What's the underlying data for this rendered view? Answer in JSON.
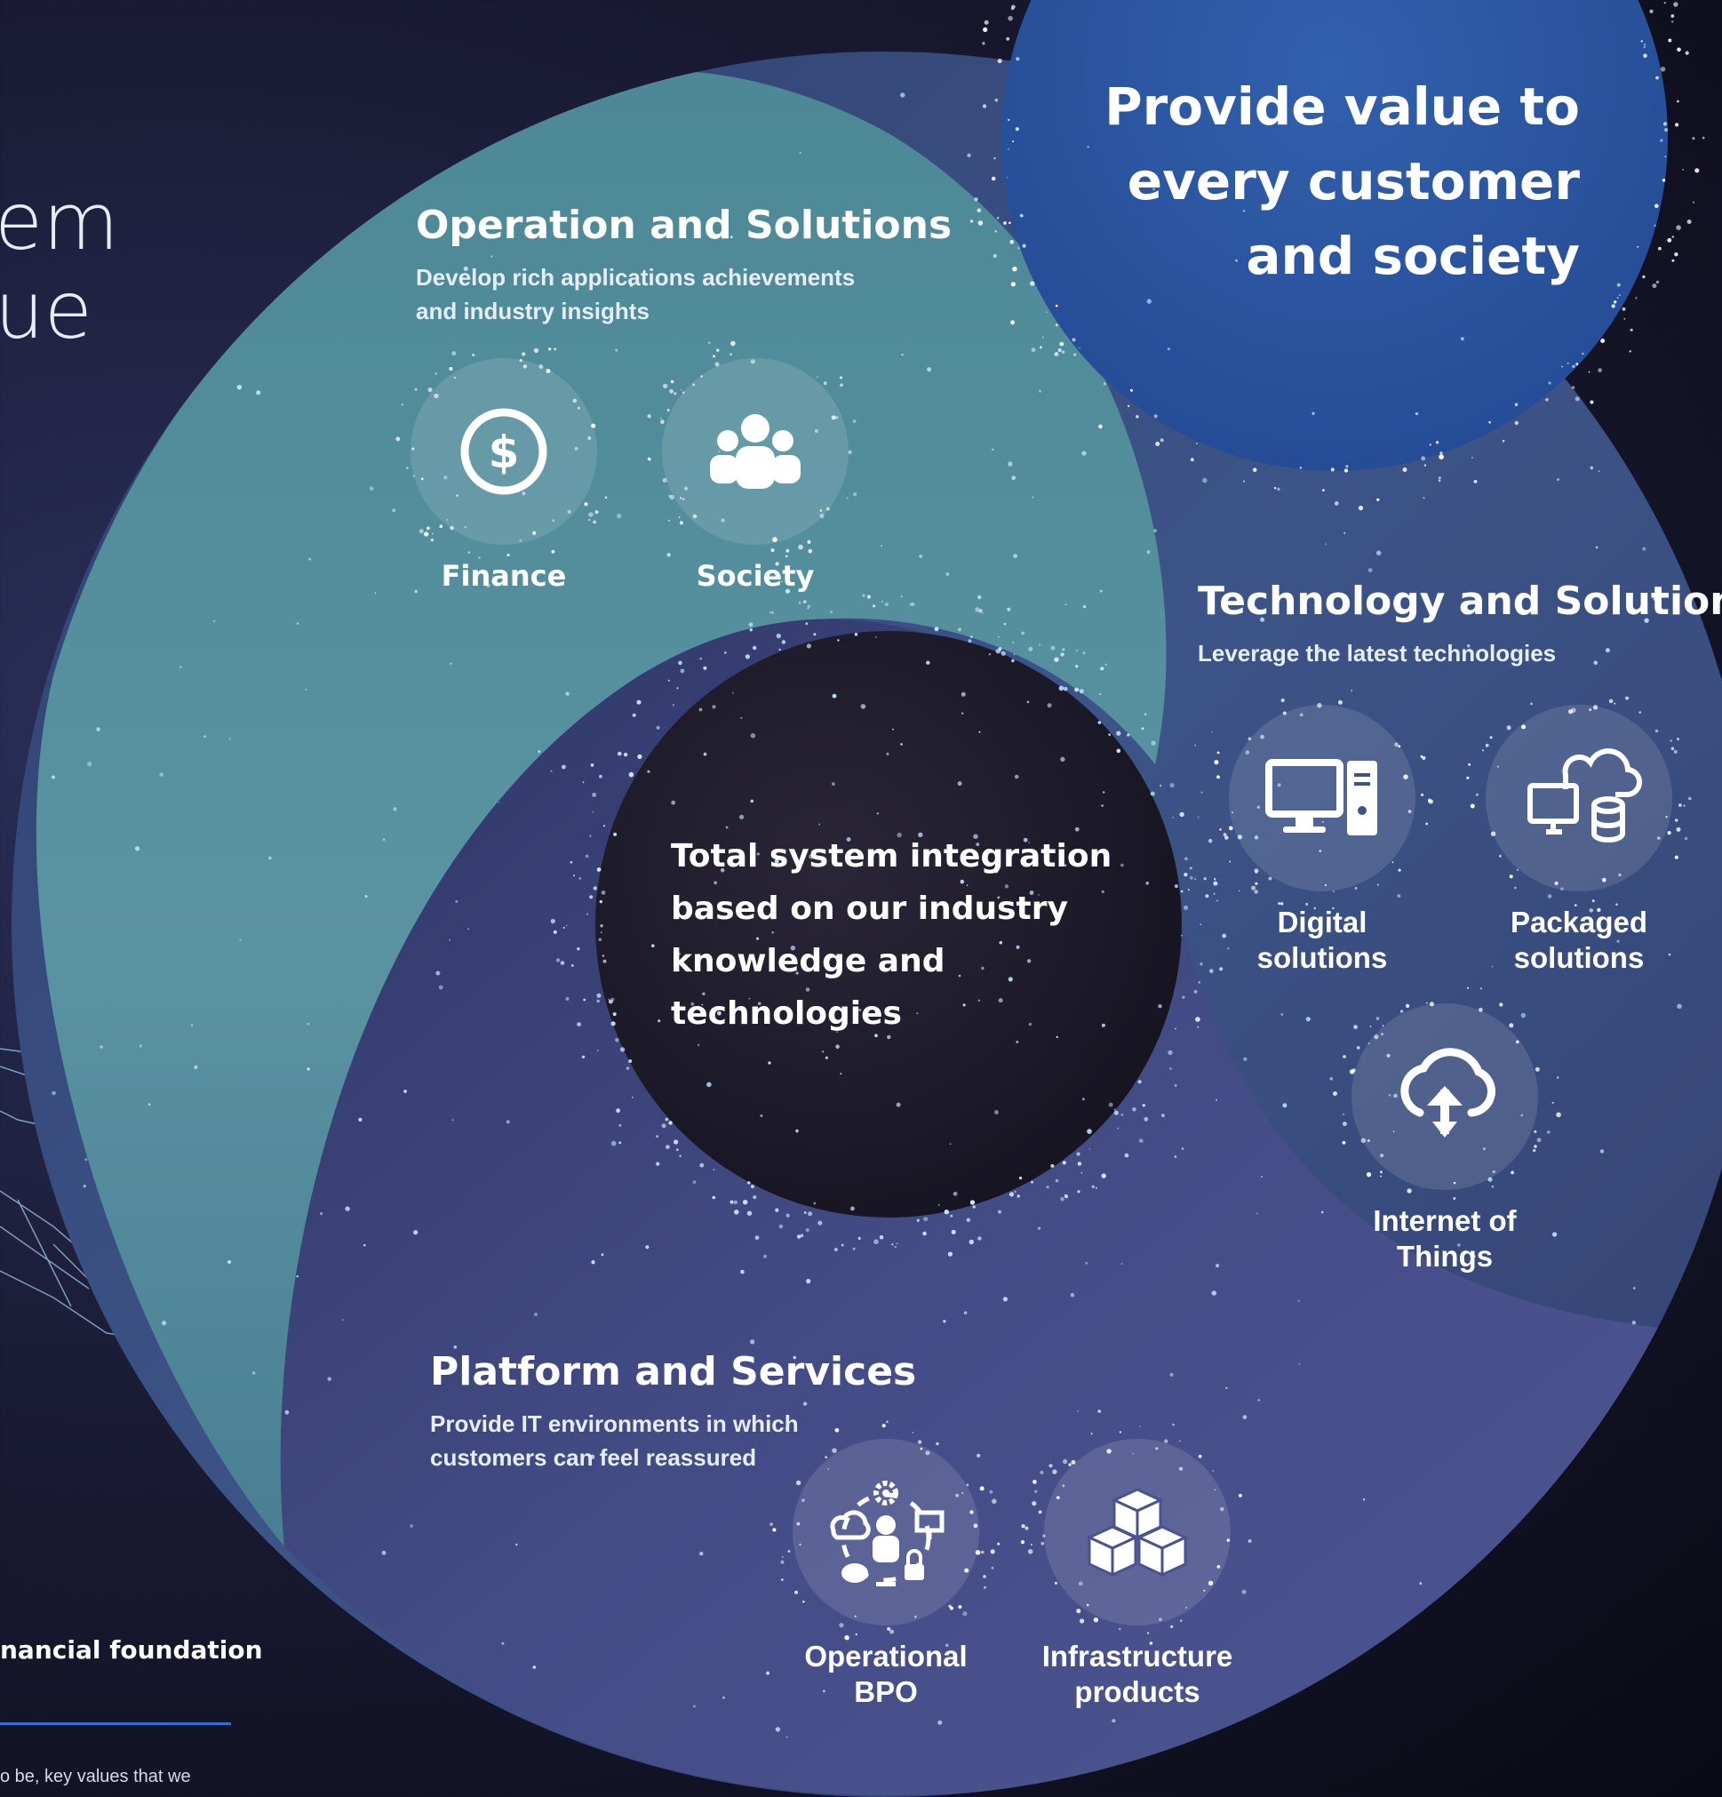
{
  "left_title_partial": [
    "em",
    "ue"
  ],
  "footer": {
    "title_partial": "nancial foundation",
    "text_partial": "o be, key values that we"
  },
  "value_circle": {
    "lines": [
      "Provide value to",
      "every customer",
      "and society"
    ]
  },
  "center": {
    "lines": [
      "Total system integration",
      "based on our industry",
      "knowledge and technologies"
    ]
  },
  "sections": {
    "operation": {
      "title": "Operation and Solutions",
      "subtitle_lines": [
        "Develop rich applications achievements",
        "and industry insights"
      ],
      "items": [
        {
          "label": "Finance",
          "icon": "dollar-icon"
        },
        {
          "label": "Society",
          "icon": "people-icon"
        }
      ]
    },
    "technology": {
      "title": "Technology and Solutions",
      "subtitle_lines": [
        "Leverage the latest technologies"
      ],
      "items": [
        {
          "label_lines": [
            "Digital",
            "solutions"
          ],
          "icon": "desktop-icon"
        },
        {
          "label_lines": [
            "Packaged",
            "solutions"
          ],
          "icon": "cloud-database-icon"
        },
        {
          "label_lines": [
            "Internet of",
            "Things"
          ],
          "icon": "cloud-upload-icon"
        }
      ]
    },
    "platform": {
      "title": "Platform and Services",
      "subtitle_lines": [
        "Provide IT environments in which",
        "customers can feel reassured"
      ],
      "items": [
        {
          "label_lines": [
            "Operational",
            "BPO"
          ],
          "icon": "operations-network-icon"
        },
        {
          "label_lines": [
            "Infrastructure",
            "products"
          ],
          "icon": "cubes-icon"
        }
      ]
    }
  },
  "colors": {
    "teal_region": "#4f8f9c",
    "blue_region": "#3a4f84",
    "indigo_region": "#41487f",
    "value_circle": "#2b53a0",
    "center_circle": "#1c1a2a",
    "footer_rule": "#2f6fd6"
  }
}
